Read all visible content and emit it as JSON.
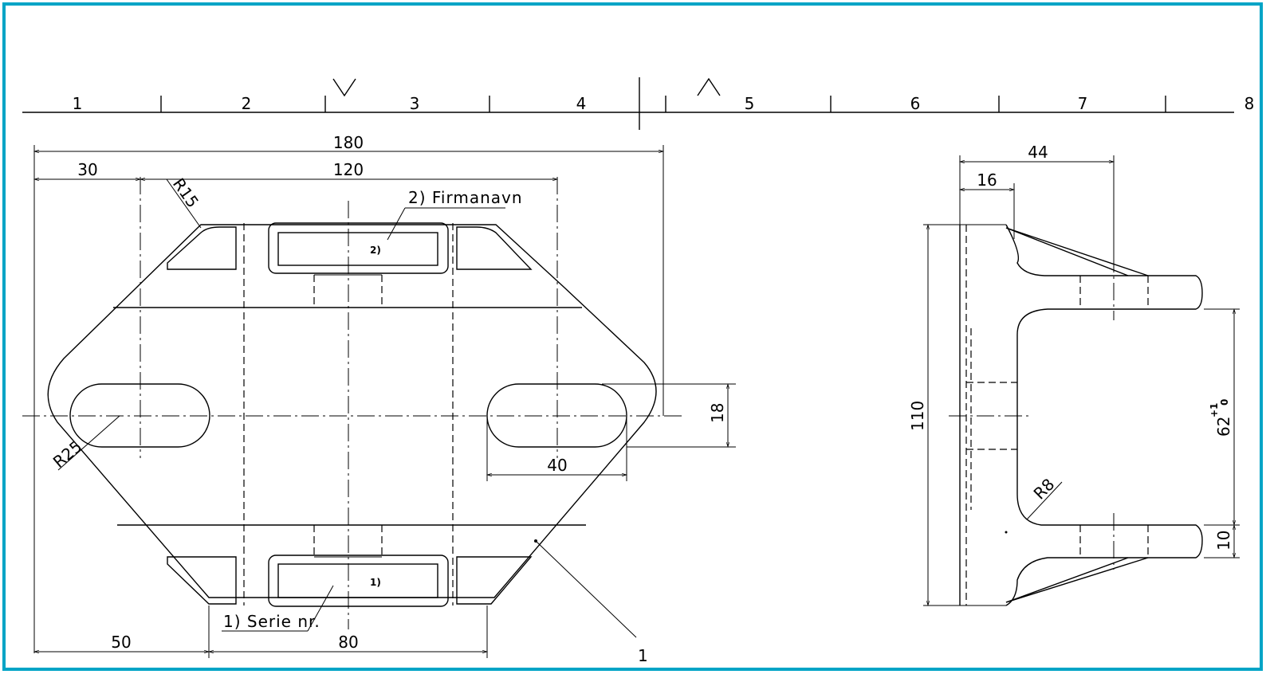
{
  "accent_color": "#00a4c6",
  "ruler": {
    "zones": [
      "1",
      "2",
      "3",
      "4",
      "5",
      "6",
      "7",
      "8"
    ],
    "markers": [
      "∨",
      "∧"
    ]
  },
  "front_view": {
    "dimensions": {
      "overall_width": "180",
      "hole_spacing": "120",
      "left_offset": "30",
      "top_radius": "R15",
      "slot_radius": "R25",
      "slot_height": "18",
      "slot_length": "40",
      "bottom_left_offset": "50",
      "bottom_center_width": "80"
    },
    "labels": {
      "company_name": "2) Firmanavn",
      "serial_number": "1) Serie nr.",
      "company_marker": "2)",
      "serial_marker": "1)",
      "part_number": "1"
    }
  },
  "side_view": {
    "dimensions": {
      "depth": "44",
      "flange": "16",
      "height": "110",
      "fork_gap": "62",
      "fork_gap_tolerance_upper": "+1",
      "fork_gap_tolerance_lower": "0",
      "fillet_radius": "R8",
      "lug_thickness": "10"
    }
  }
}
